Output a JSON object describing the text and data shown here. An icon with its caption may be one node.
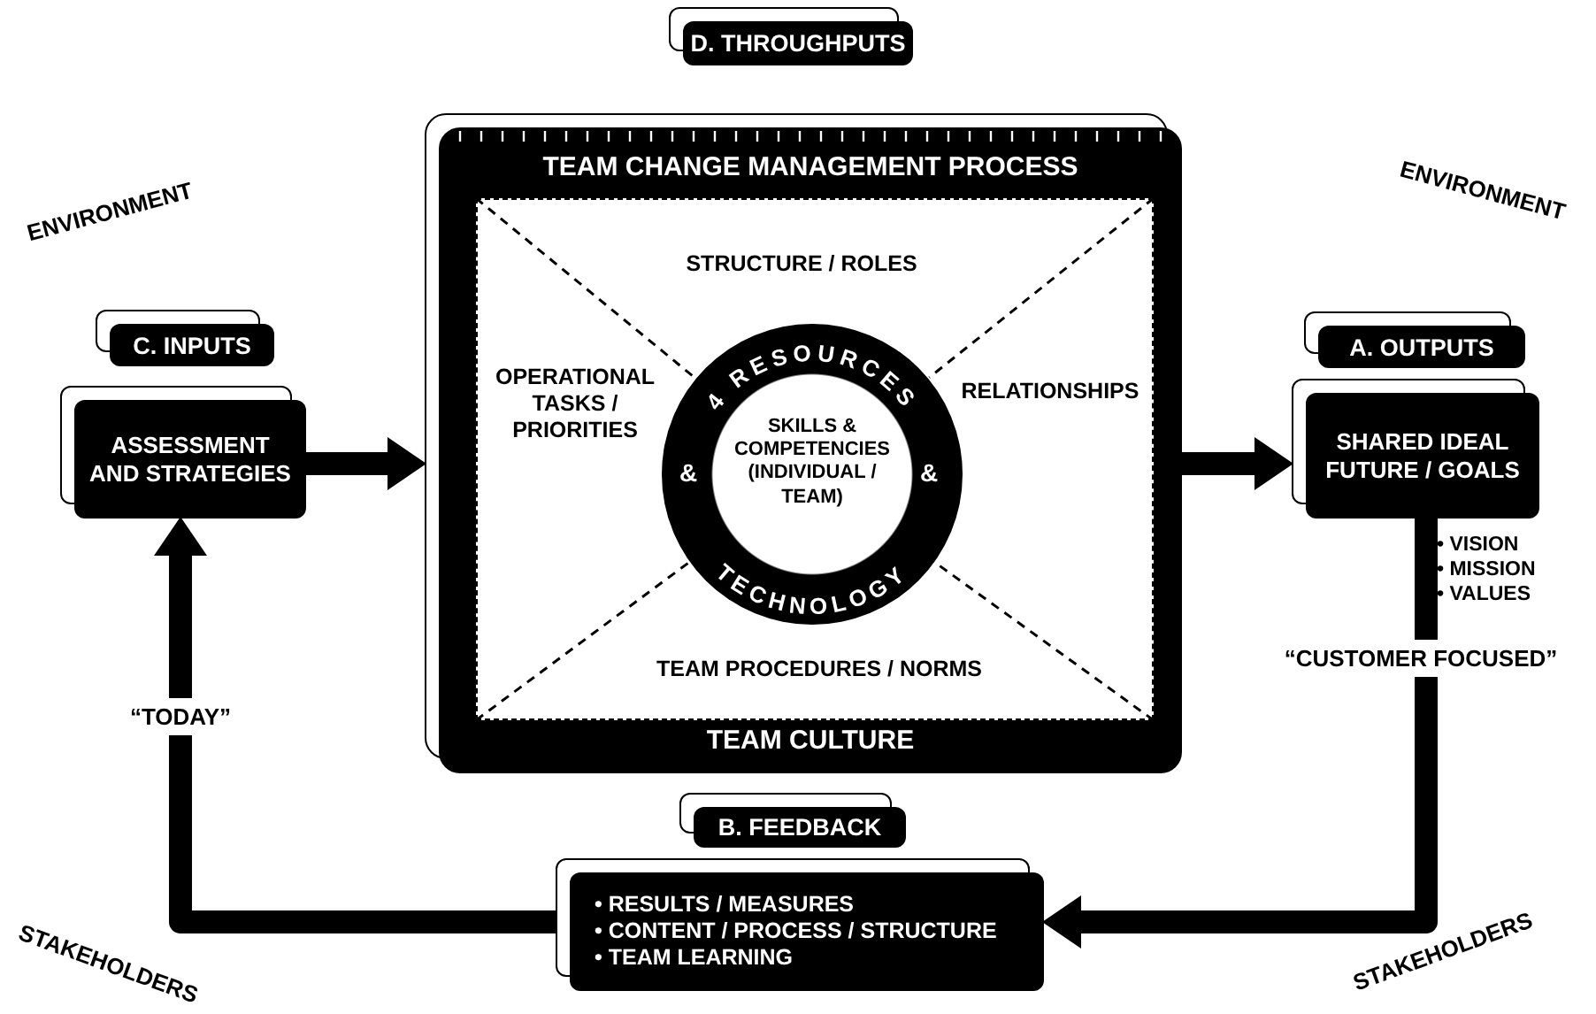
{
  "diagram": {
    "nodes": [
      {
        "text": [
          "D. THROUGHPUTS"
        ]
      },
      {
        "text": [
          "TEAM CHANGE MANAGEMENT PROCESS",
          "TEAM CULTURE"
        ]
      },
      {
        "text": [
          "STRUCTURE / ROLES",
          "OPERATIONAL TASKS / PRIORITIES",
          "RELATIONSHIPS",
          "TEAM PROCEDURES / NORMS"
        ],
        "in": 1
      },
      {
        "text": [
          "4 RESOURCES",
          "&",
          "SKILLS & COMPETENCIES (INDIVIDUAL / TEAM)",
          "&",
          "TECHNOLOGY"
        ],
        "in": 2
      },
      {
        "text": [
          "C. INPUTS"
        ]
      },
      {
        "text": [
          "ASSESSMENT AND STRATEGIES"
        ]
      },
      {
        "text": [
          "A. OUTPUTS"
        ]
      },
      {
        "text": [
          "SHARED IDEAL FUTURE / GOALS"
        ],
        "beside": [
          "• VISION",
          "• MISSION",
          "• VALUES"
        ]
      },
      {
        "text": [
          "B. FEEDBACK"
        ]
      },
      {
        "text": [
          "• RESULTS / MEASURES",
          "• CONTENT / PROCESS / STRUCTURE",
          "• TEAM LEARNING"
        ]
      }
    ],
    "edges": [
      {
        "from": 5,
        "to": 1,
        "arrow": "to"
      },
      {
        "from": 1,
        "to": 7,
        "arrow": "to"
      },
      {
        "from": 7,
        "to": 9,
        "arrow": "to",
        "label": "“CUSTOMER FOCUSED”"
      },
      {
        "from": 9,
        "to": 5,
        "arrow": "to",
        "label": "“TODAY”"
      }
    ],
    "labels": [
      "ENVIRONMENT",
      "ENVIRONMENT",
      "STAKEHOLDERS",
      "STAKEHOLDERS"
    ]
  }
}
